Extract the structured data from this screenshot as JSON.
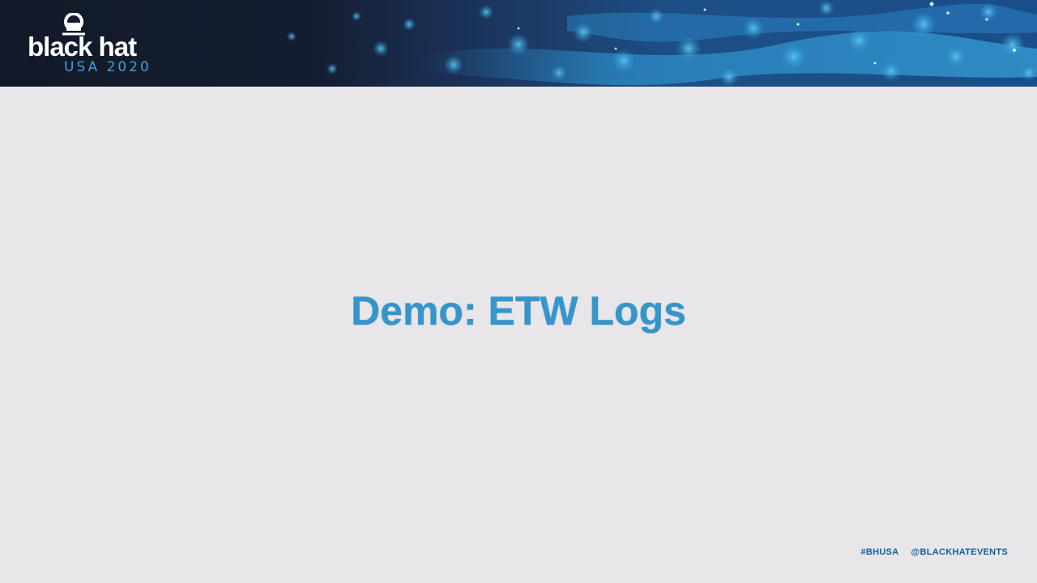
{
  "banner": {
    "logo": {
      "wordmark": "black hat",
      "event": "USA 2020"
    }
  },
  "slide": {
    "title": "Demo: ETW Logs"
  },
  "footer": {
    "hashtag": "#BHUSA",
    "handle": "@BLACKHATEVENTS"
  },
  "colors": {
    "background": "#e8e6e9",
    "banner": "#131a2a",
    "title": "#3496ca",
    "footer": "#0f5f9e"
  }
}
